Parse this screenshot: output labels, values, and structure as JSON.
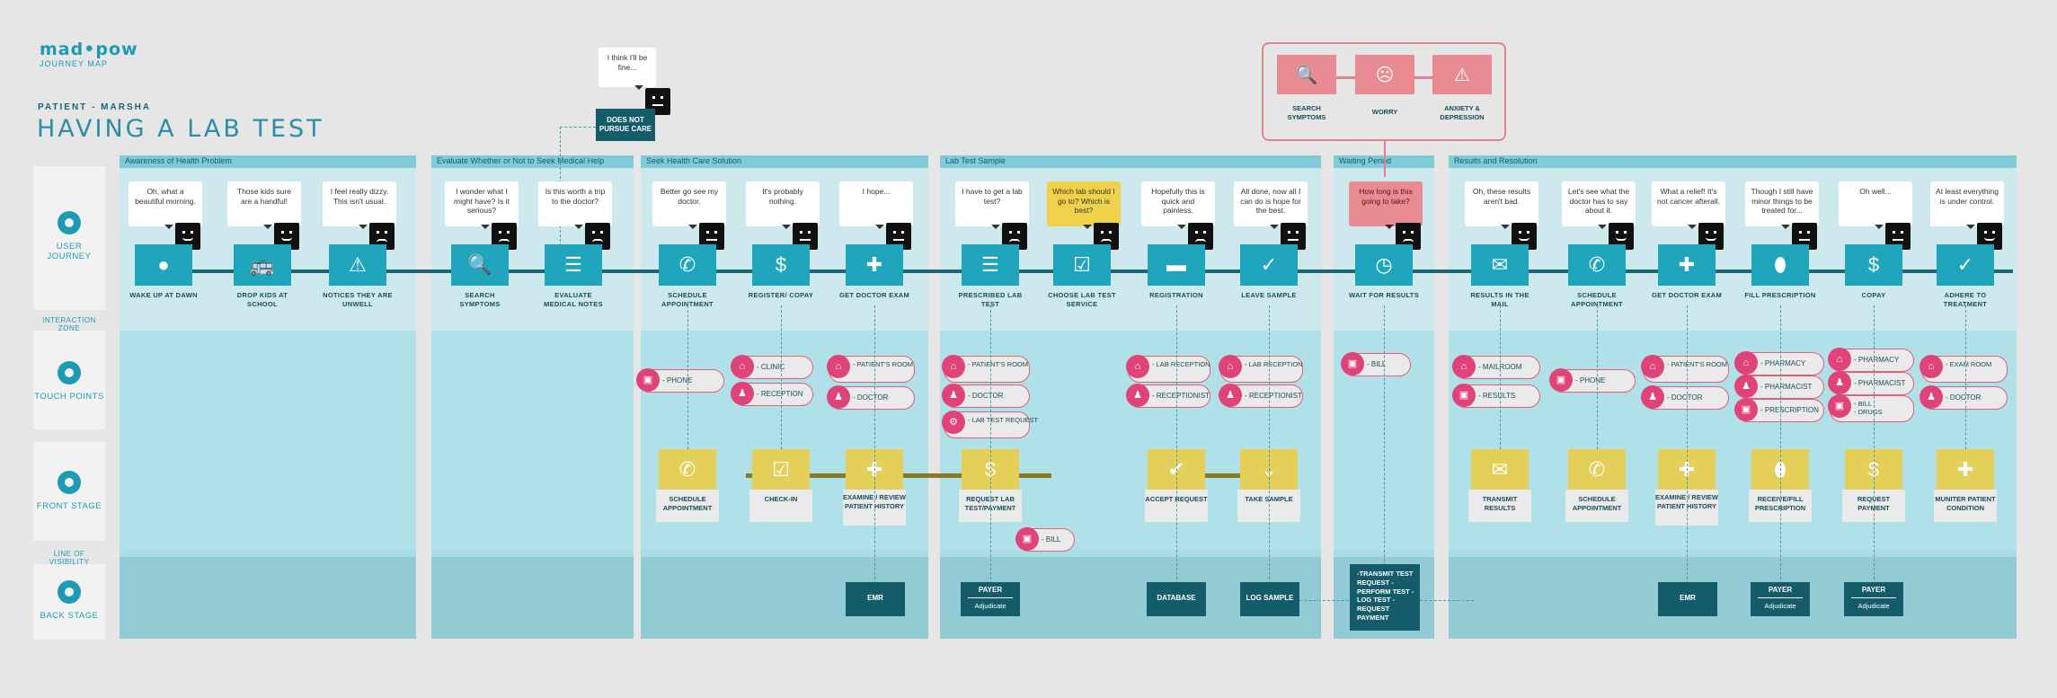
{
  "header": {
    "logo": "mad•pow",
    "logo_sub": "JOURNEY MAP",
    "persona": "PATIENT - MARSHA",
    "title": "HAVING A LAB TEST"
  },
  "lanes": {
    "user_journey": "USER JOURNEY",
    "interaction_zone": "INTERACTION ZONE",
    "touch_points": "TOUCH POINTS",
    "front_stage": "FRONT STAGE",
    "line_of_visibility": "LINE OF VISIBILITY",
    "back_stage": "BACK STAGE"
  },
  "phases": [
    "Awareness of Health Problem",
    "Evaluate Whether or Not to Seek Medical Help",
    "Seek Health Care Solution",
    "Lab Test Sample",
    "Waiting Period",
    "Results and Resolution"
  ],
  "emotions": {
    "search": "SEARCH SYMPTOMS",
    "worry": "WORRY",
    "anxiety": "ANXIETY & DEPRESSION"
  },
  "side_branch": {
    "bubble": "I think I'll be fine...",
    "box": "DOES NOT PURSUE CARE"
  },
  "steps": [
    {
      "quote": "Oh, what a beautiful morning.",
      "label": "WAKE UP AT DAWN",
      "icon": "●"
    },
    {
      "quote": "Those kids sure are a handful!",
      "label": "DROP KIDS AT SCHOOL",
      "icon": "🚌"
    },
    {
      "quote": "I feel really dizzy. This isn't usual.",
      "label": "NOTICES THEY ARE UNWELL",
      "icon": "⚠"
    },
    {
      "quote": "I wonder what I might have? Is it serious?",
      "label": "SEARCH SYMPTOMS",
      "icon": "🔍"
    },
    {
      "quote": "Is this worth a trip to the doctor?",
      "label": "EVALUATE MEDICAL NOTES",
      "icon": "☰"
    },
    {
      "quote": "Better go see my doctor.",
      "label": "SCHEDULE APPOINTMENT",
      "icon": "✆"
    },
    {
      "quote": "It's probably nothing.",
      "label": "REGISTER/ COPAY",
      "icon": "$"
    },
    {
      "quote": "I hope...",
      "label": "GET DOCTOR EXAM",
      "icon": "✚"
    },
    {
      "quote": "I have to get a lab test?",
      "label": "PRESCRIBED LAB TEST",
      "icon": "☰"
    },
    {
      "quote": "Which lab should I go to? Which is best?",
      "label": "CHOOSE LAB TEST SERVICE",
      "icon": "☑"
    },
    {
      "quote": "Hopefully this is quick and painless.",
      "label": "REGISTRATION",
      "icon": "▬"
    },
    {
      "quote": "All done, now all I can do is hope for the best.",
      "label": "LEAVE SAMPLE",
      "icon": "✓"
    },
    {
      "quote": "How long is this going to take?",
      "label": "WAIT FOR RESULTS",
      "icon": "◷"
    },
    {
      "quote": "Oh, these results aren't bad.",
      "label": "RESULTS IN THE MAIL",
      "icon": "✉"
    },
    {
      "quote": "Let's see what the doctor has to say about it.",
      "label": "SCHEDULE APPOINTMENT",
      "icon": "✆"
    },
    {
      "quote": "What a relief! It's not cancer afterall.",
      "label": "GET DOCTOR EXAM",
      "icon": "✚"
    },
    {
      "quote": "Though I still have minor things to be treated for...",
      "label": "FILL PRESCRIPTION",
      "icon": "⬮"
    },
    {
      "quote": "Oh well...",
      "label": "COPAY",
      "icon": "$"
    },
    {
      "quote": "At least everything is under control.",
      "label": "ADHERE TO TREATMENT",
      "icon": "✓"
    }
  ],
  "touchpoints": {
    "phone": "- PHONE",
    "clinic": "- CLINIC",
    "reception": "- RECEPTION",
    "patients_room": "- PATIENT'S ROOM",
    "doctor": "- DOCTOR",
    "pr2": "- PATIENT'S ROOM",
    "doctor2": "- DOCTOR",
    "lab_req": "- LAB TEST REQUEST",
    "lab_rec": "- LAB RECEPTION",
    "receptionist": "- RECEPTIONIST",
    "lab_rec2": "- LAB RECEPTION",
    "receptionist2": "- RECEPTIONIST",
    "bill": "- BILL",
    "bill2": "- BILL",
    "mailroom": "- MAILROOM",
    "results": "- RESULTS",
    "phone2": "- PHONE",
    "pr3": "- PATIENT'S ROOM",
    "doctor3": "- DOCTOR",
    "pharmacy": "- PHARMACY",
    "pharmacist": "- PHARMACIST",
    "prescription": "- PRESCRIPTION",
    "pharmacy2": "- PHARMACY",
    "pharmacist2": "- PHARMACIST",
    "bill3": "- BILL",
    "drugs": "- DRUGS",
    "exam_room": "- EXAM ROOM",
    "doctor4": "- DOCTOR"
  },
  "front": [
    "SCHEDULE APPOINTMENT",
    "CHECK-IN",
    "EXAMINE / REVIEW PATIENT HISTORY",
    "REQUEST LAB TEST/PAYMENT",
    "ACCEPT REQUEST",
    "TAKE SAMPLE",
    "TRANSMIT RESULTS",
    "SCHEDULE APPOINTMENT",
    "EXAMINE / REVIEW PATIENT HISTORY",
    "RECEIVE/FILL PRESCRIPTION",
    "REQUEST PAYMENT",
    "MUNITER PATIENT CONDITION"
  ],
  "back": {
    "emr": "EMR",
    "payer": "PAYER",
    "adjudicate": "Adjudicate",
    "database": "DATABASE",
    "log": "LOG SAMPLE",
    "transmit": "-TRANSMIT TEST REQUEST -PERFORM TEST -LOG TEST -REQUEST PAYMENT",
    "emr2": "EMR",
    "payer2": "PAYER",
    "adjudicate2": "Adjudicate",
    "payer3": "PAYER",
    "adjudicate3": "Adjudicate"
  }
}
